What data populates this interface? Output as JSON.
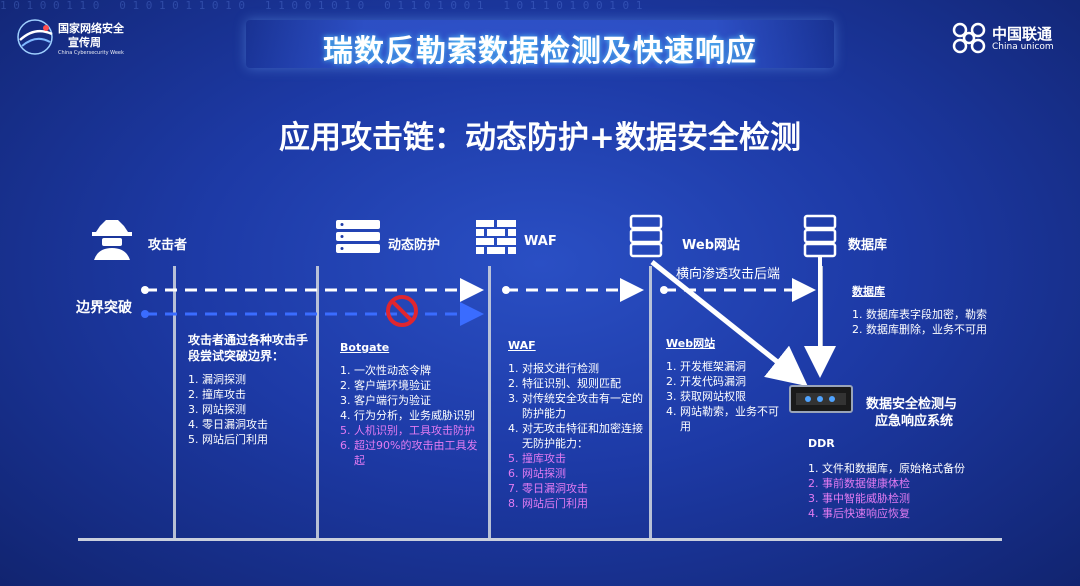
{
  "header": {
    "title": "瑞数反勒索数据检测及快速响应",
    "left_logo": {
      "line1": "国家网络安全",
      "line2": "宣传周",
      "line3": "China Cybersecurity Week"
    },
    "right_logo": {
      "cn": "中国联通",
      "en": "China unicom"
    },
    "binary_bg": "1 0 1 0 0 1 1 0   0 1 0 1 0 1 1 0 1 0   1 1 0 0 1 0 1 0   0 1 1 0 1 0 0 1   1 0 1 1 0 1 0 0 1 0 1"
  },
  "subtitle": "应用攻击链：动态防护+数据安全检测",
  "nodes": {
    "attacker": "攻击者",
    "dynamic": "动态防护",
    "waf": "WAF",
    "web": "Web网站",
    "db": "数据库"
  },
  "labels": {
    "boundary": "边界突破",
    "lateral": "横向渗透攻击后端",
    "ddr_system_line1": "数据安全检测与",
    "ddr_system_line2": "应急响应系统"
  },
  "columns": {
    "attacker": {
      "intro": "攻击者通过各种攻击手段尝试突破边界：",
      "items": [
        {
          "text": "1.  漏洞探测",
          "pink": false
        },
        {
          "text": "2.  撞库攻击",
          "pink": false
        },
        {
          "text": "3.  网站探测",
          "pink": false
        },
        {
          "text": "4.  零日漏洞攻击",
          "pink": false
        },
        {
          "text": "5.  网站后门利用",
          "pink": false
        }
      ]
    },
    "botgate": {
      "head": "Botgate",
      "items": [
        {
          "text": "1.  一次性动态令牌",
          "pink": false
        },
        {
          "text": "2.  客户端环境验证",
          "pink": false
        },
        {
          "text": "3.  客户端行为验证",
          "pink": false
        },
        {
          "text": "4.  行为分析，业务威胁识别",
          "pink": false
        },
        {
          "text": "5.  人机识别，工具攻击防护",
          "pink": true
        },
        {
          "text": "6.  超过90%的攻击由工具发起",
          "pink": true
        }
      ]
    },
    "waf": {
      "head": "WAF",
      "items": [
        {
          "text": "1.  对报文进行检测",
          "pink": false
        },
        {
          "text": "2.  特征识别、规则匹配",
          "pink": false
        },
        {
          "text": "3.  对传统安全攻击有一定的防护能力",
          "pink": false
        },
        {
          "text": "4.  对无攻击特征和加密连接无防护能力：",
          "pink": false
        },
        {
          "text": "5.  撞库攻击",
          "pink": true
        },
        {
          "text": "6.  网站探测",
          "pink": true
        },
        {
          "text": "7.  零日漏洞攻击",
          "pink": true
        },
        {
          "text": "8.  网站后门利用",
          "pink": true
        }
      ]
    },
    "web": {
      "head": "Web网站",
      "items": [
        {
          "text": "1.  开发框架漏洞",
          "pink": false
        },
        {
          "text": "2.  开发代码漏洞",
          "pink": false
        },
        {
          "text": "3.  获取网站权限",
          "pink": false
        },
        {
          "text": "4.  网站勒索，业务不可用",
          "pink": false
        }
      ]
    },
    "db": {
      "head": "数据库",
      "items": [
        {
          "text": "1.  数据库表字段加密，勒索",
          "pink": false
        },
        {
          "text": "2.  数据库删除，业务不可用",
          "pink": false
        }
      ]
    },
    "ddr": {
      "head": "DDR",
      "items": [
        {
          "text": "1.  文件和数据库，原始格式备份",
          "pink": false
        },
        {
          "text": "2.  事前数据健康体检",
          "pink": true
        },
        {
          "text": "3.  事中智能威胁检测",
          "pink": true
        },
        {
          "text": "4.  事后快速响应恢复",
          "pink": true
        }
      ]
    }
  },
  "colors": {
    "pink": "#e27bf2",
    "white_arrow": "#ffffff",
    "blue_arrow": "#3a6cff",
    "block": "#e0262f"
  }
}
